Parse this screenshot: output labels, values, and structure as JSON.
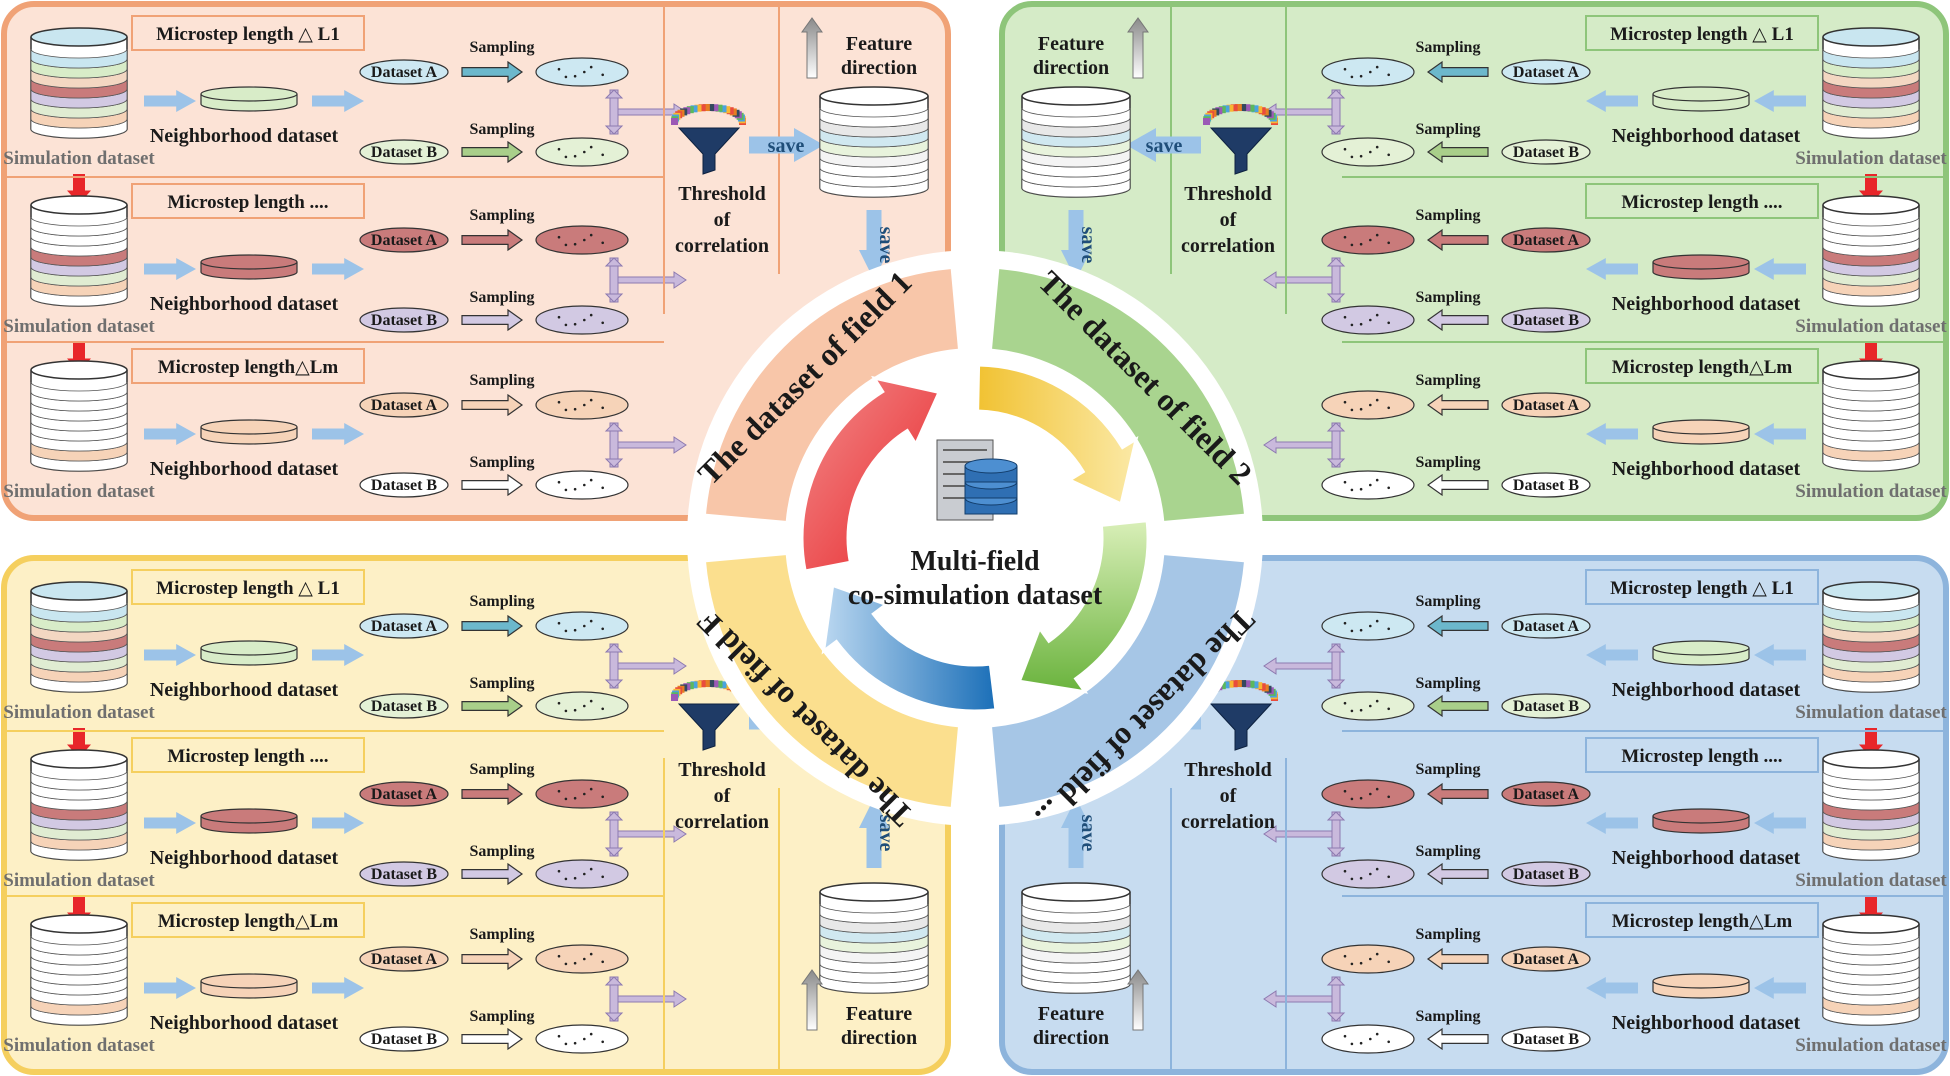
{
  "labels": {
    "microstep_first": "Microstep length △ L1",
    "microstep_middle": "Microstep length   ....",
    "microstep_last": "Microstep length△Lm",
    "neighborhood": "Neighborhood dataset",
    "simulation": "Simulation dataset",
    "dataset_a": "Dataset A",
    "dataset_b": "Dataset B",
    "sampling": "Sampling",
    "threshold": [
      "Threshold",
      "of",
      "correlation"
    ],
    "feature": [
      "Feature",
      "direction"
    ],
    "save": "save"
  },
  "fields": [
    {
      "id": "q1",
      "title": "The dataset of field 1",
      "border": "#f0a276",
      "fill": "#fce3d6",
      "arc": "#f8c6a9"
    },
    {
      "id": "q2",
      "title": "The dataset of field 2",
      "border": "#8ec57a",
      "fill": "#d5ebc7",
      "arc": "#a9d48f"
    },
    {
      "id": "q3",
      "title": "The dataset of field F",
      "border": "#f5cf5e",
      "fill": "#fdf0c6",
      "arc": "#fbdf8e"
    },
    {
      "id": "q4",
      "title": "The dataset of field ...",
      "border": "#8db4dc",
      "fill": "#c7dcf0",
      "arc": "#a6c6e6"
    }
  ],
  "center": {
    "line1": "Multi-field",
    "line2": "co-simulation dataset"
  },
  "colors": {
    "arrow_blue": "#9cc3e8",
    "red_arrow": "#e8262a",
    "band_colors": [
      "#c9e6f0",
      "#d8ecc8",
      "#f3d7c2",
      "#c97b7b",
      "#d2c9e3",
      "#e0ecd2",
      "#f6d3b8",
      "#ffffff"
    ]
  }
}
